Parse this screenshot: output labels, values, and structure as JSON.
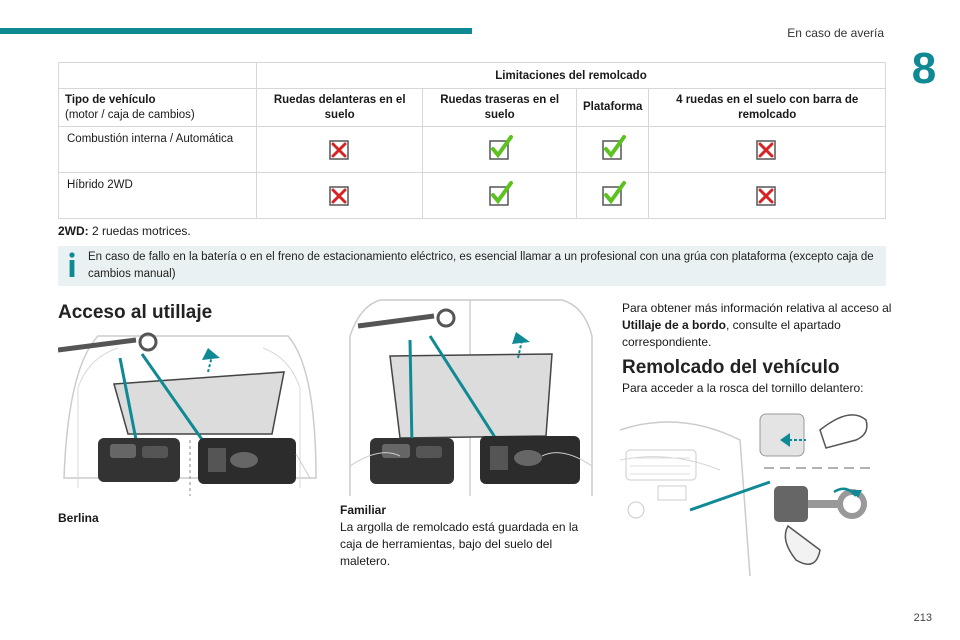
{
  "header": {
    "section_title": "En caso de avería",
    "chapter_number": "8",
    "accent_color": "#0f8a95"
  },
  "table": {
    "group_header": "Limitaciones del remolcado",
    "col_vehicle_title": "Tipo de vehículo",
    "col_vehicle_sub": "(motor / caja de cambios)",
    "columns": [
      "Ruedas delanteras en el suelo",
      "Ruedas traseras en el suelo",
      "Plataforma",
      "4 ruedas en el suelo con barra de remolcado"
    ],
    "rows": [
      {
        "label": "Combustión interna / Automática",
        "marks": [
          "cross",
          "check",
          "check",
          "cross"
        ]
      },
      {
        "label": "Híbrido 2WD",
        "marks": [
          "cross",
          "check",
          "check",
          "cross"
        ]
      }
    ]
  },
  "note_2wd": {
    "term": "2WD:",
    "text": " 2 ruedas motrices."
  },
  "info_note": "En caso de fallo en la batería o en el freno de estacionamiento eléctrico, es esencial llamar a un profesional con una grúa con plataforma (excepto caja de cambios manual)",
  "access": {
    "title": "Acceso al utillaje",
    "berlina_caption": "Berlina",
    "familiar_title": "Familiar",
    "familiar_text": "La argolla de remolcado está guardada en la caja de herramientas, bajo del suelo del maletero."
  },
  "more_info": {
    "pre": "Para obtener más información relativa al acceso al ",
    "bold": "Utillaje de a bordo",
    "post": ", consulte el apartado correspondiente."
  },
  "remolcado": {
    "title": "Remolcado del vehículo",
    "text": "Para acceder a la rosca del tornillo delantero:"
  },
  "page_number": "213"
}
